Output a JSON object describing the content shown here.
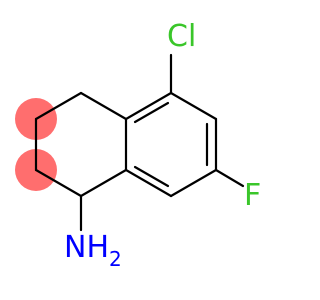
{
  "molecule": {
    "atoms": {
      "chlorine": {
        "label": "Cl",
        "color": "#3ac62a"
      },
      "fluorine": {
        "label": "F",
        "color": "#3ac62a"
      },
      "amine": {
        "label": "NH",
        "subscript": "2",
        "color": "#0000ff"
      }
    },
    "highlight_color": "#ff6e6e",
    "bond_color": "#000000"
  }
}
